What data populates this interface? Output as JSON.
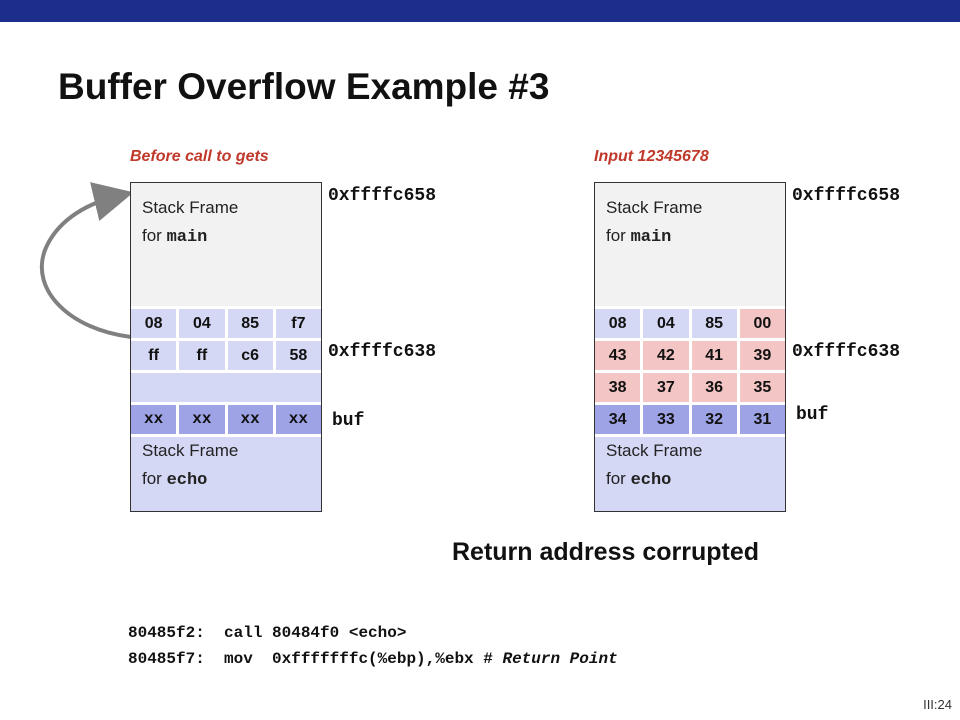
{
  "title": "Buffer Overflow Example #3",
  "slide_number": "III:24",
  "left": {
    "caption": "Before call to gets",
    "main_label_1": "Stack Frame",
    "main_label_2a": "for ",
    "main_label_2b": "main",
    "echo_label_1": "Stack Frame",
    "echo_label_2a": "for ",
    "echo_label_2b": "echo",
    "row1": [
      "08",
      "04",
      "85",
      "f7"
    ],
    "row2": [
      "ff",
      "ff",
      "c6",
      "58"
    ],
    "row4": [
      "xx",
      "xx",
      "xx",
      "xx"
    ],
    "addr_top": "0xffffc658",
    "addr_mid": "0xffffc638",
    "buf_label": "buf"
  },
  "right": {
    "caption": "Input 12345678",
    "main_label_1": "Stack Frame",
    "main_label_2a": "for ",
    "main_label_2b": "main",
    "echo_label_1": "Stack Frame",
    "echo_label_2a": "for ",
    "echo_label_2b": "echo",
    "row1": [
      "08",
      "04",
      "85",
      "00"
    ],
    "row2": [
      "43",
      "42",
      "41",
      "39"
    ],
    "row3": [
      "38",
      "37",
      "36",
      "35"
    ],
    "row4": [
      "34",
      "33",
      "32",
      "31"
    ],
    "addr_top": "0xffffc658",
    "addr_mid": "0xffffc638",
    "buf_label": "buf"
  },
  "headline": "Return address corrupted",
  "code": {
    "line1": "80485f2:  call 80484f0 <echo>",
    "line2": "80485f7:  mov  0xfffffffc(%ebp),%ebx # ",
    "line2_comment": "Return Point"
  },
  "colors": {
    "topbar": "#1c2d8a",
    "caption": "#c0392b",
    "frame_main": "#f2f2f2",
    "frame_echo": "#d5d8f5",
    "cell_default": "#d5d8f5",
    "cell_overwritten": "#f4c5c5",
    "arrow": "#808080"
  }
}
